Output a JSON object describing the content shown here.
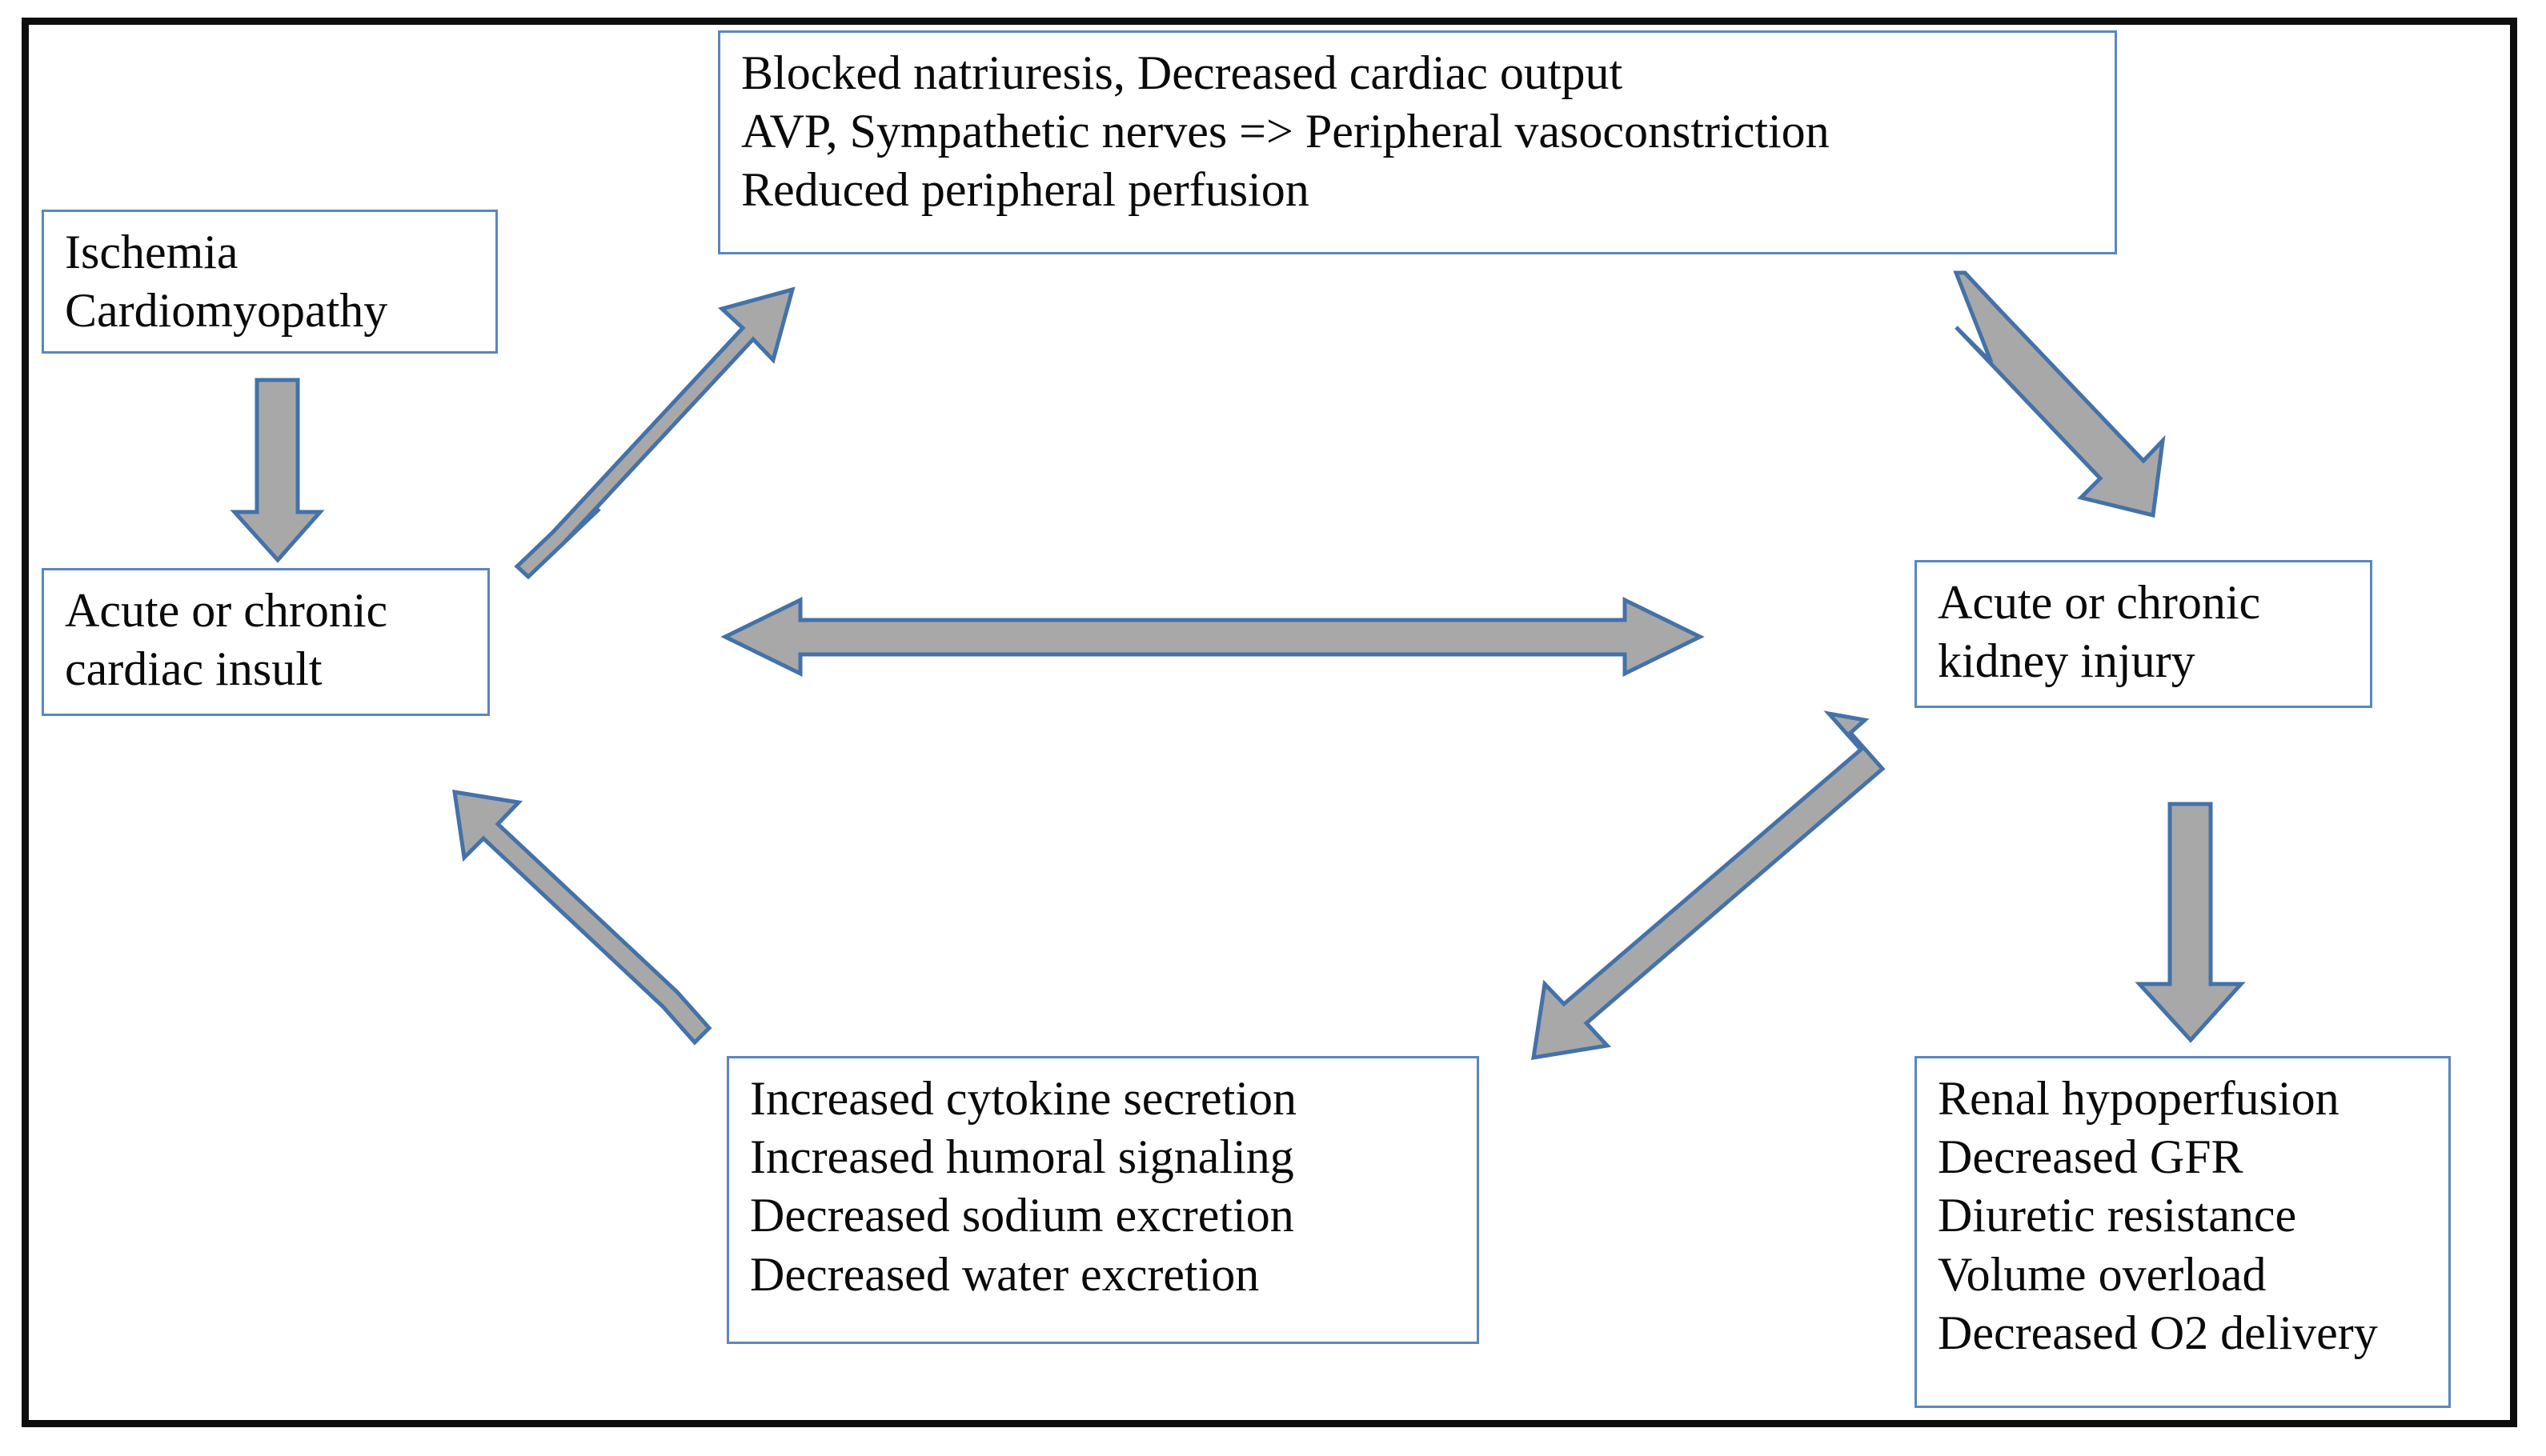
{
  "diagram": {
    "title": "Cardiorenal syndrome pathophysiology flowchart",
    "frame_color": "#0d0d0d",
    "box_border_color": "#5b86be",
    "arrow_fill_color": "#a8a8a8",
    "arrow_border_color": "#4472a8",
    "text_color": "#0a0a0a",
    "background_color": "#ffffff"
  },
  "nodes": {
    "ischemia": {
      "id": "ischemia-cardiomyopathy",
      "lines": [
        "Ischemia",
        "Cardiomyopathy"
      ]
    },
    "cardiac_insult": {
      "id": "acute-or-chronic-cardiac-insult",
      "lines": [
        "Acute or chronic",
        "cardiac insult"
      ]
    },
    "top_effects": {
      "id": "blocked-natriuresis-effects",
      "lines": [
        "Blocked natriuresis, Decreased cardiac output",
        "AVP, Sympathetic nerves => Peripheral vasoconstriction",
        "Reduced peripheral perfusion"
      ]
    },
    "kidney_injury": {
      "id": "acute-or-chronic-kidney-injury",
      "lines": [
        "Acute or chronic",
        "kidney injury"
      ]
    },
    "cytokine": {
      "id": "increased-cytokine-secretion",
      "lines": [
        "Increased cytokine secretion",
        "Increased humoral signaling",
        "Decreased sodium excretion",
        "Decreased water excretion"
      ]
    },
    "renal": {
      "id": "renal-hypoperfusion",
      "lines": [
        "Renal hypoperfusion",
        "Decreased GFR",
        "Diuretic resistance",
        "Volume overload",
        "Decreased O2 delivery"
      ]
    }
  },
  "arrows": [
    {
      "name": "ischemia-to-cardiac-insult-arrow",
      "from": "ischemia",
      "to": "cardiac_insult",
      "direction": "down",
      "heads": 1
    },
    {
      "name": "cardiac-insult-to-top-effects-arrow",
      "from": "cardiac_insult",
      "to": "top_effects",
      "direction": "up-right",
      "heads": 1
    },
    {
      "name": "top-effects-to-kidney-injury-arrow",
      "from": "top_effects",
      "to": "kidney_injury",
      "direction": "down-right",
      "heads": 1
    },
    {
      "name": "cardiac-insult-kidney-injury-bidirectional-arrow",
      "from": "cardiac_insult",
      "to": "kidney_injury",
      "direction": "horizontal",
      "heads": 2
    },
    {
      "name": "kidney-injury-to-renal-arrow",
      "from": "kidney_injury",
      "to": "renal",
      "direction": "down",
      "heads": 1
    },
    {
      "name": "kidney-injury-to-cytokine-arrow",
      "from": "kidney_injury",
      "to": "cytokine",
      "direction": "down-left",
      "heads": 1
    },
    {
      "name": "cytokine-to-cardiac-insult-arrow",
      "from": "cytokine",
      "to": "cardiac_insult",
      "direction": "up-left",
      "heads": 1
    }
  ]
}
